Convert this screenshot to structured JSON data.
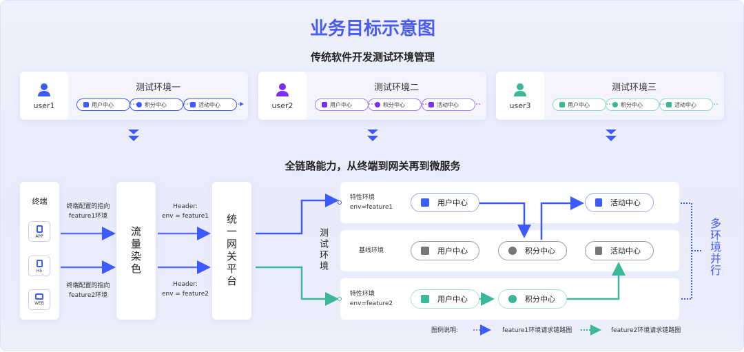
{
  "title": "业务目标示意图",
  "section1": {
    "heading": "传统软件开发测试环境管理",
    "cards": [
      {
        "user": "user1",
        "env": "测试环境一",
        "color": "#3d5afe",
        "chips": [
          "用户中心",
          "积分中心",
          "活动中心"
        ]
      },
      {
        "user": "user2",
        "env": "测试环境二",
        "color": "#7b2ff7",
        "chips": [
          "用户中心",
          "积分中心",
          "活动中心"
        ]
      },
      {
        "user": "user3",
        "env": "测试环境三",
        "color": "#3bb89a",
        "chips": [
          "用户中心",
          "积分中心",
          "活动中心"
        ]
      }
    ]
  },
  "section2": {
    "heading": "全链路能力，从终端到网关再到微服务",
    "terminal": {
      "title": "终端",
      "items": [
        "APP",
        "H5",
        "WEB"
      ]
    },
    "route_labels": [
      "终端配置的指向\nfeature1环境",
      "终端配置的指向\nfeature2环境"
    ],
    "dye": "流量染色",
    "headers": [
      "Header:\nenv = feature1",
      "Header:\nenv = feature2"
    ],
    "gateway": "统一网关平台",
    "test_env": "测试环境",
    "rows": [
      {
        "label": "特性环境\nenv=feature1",
        "services": [
          "用户中心",
          "活动中心"
        ]
      },
      {
        "label": "基线环境",
        "services": [
          "用户中心",
          "积分中心",
          "活动中心"
        ]
      },
      {
        "label": "特性环境\nenv=feature2",
        "services": [
          "用户中心",
          "积分中心"
        ]
      }
    ],
    "parallel": "多环境并行",
    "legend": {
      "title": "图例说明:",
      "items": [
        "feature1环境请求链路图",
        "feature2环境请求链路图"
      ]
    }
  },
  "colors": {
    "feature1": "#3d5afe",
    "feature2": "#3bb89a",
    "baseline": "#6b6b6b",
    "title": "#4a5cf0"
  }
}
